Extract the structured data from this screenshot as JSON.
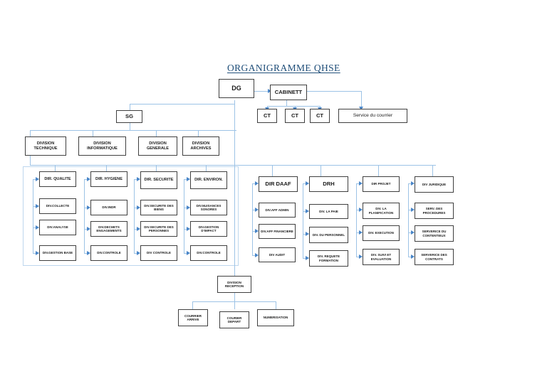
{
  "document": {
    "title": "ORGANIGRAMME QHSE",
    "title_color": "#1f4e79",
    "box_border_color": "#3f3f3f",
    "connector_color": "#9dc3e6",
    "arrow_color": "#4a86c8",
    "background": "#ffffff"
  },
  "chart_data": {
    "type": "org-chart",
    "title": "ORGANIGRAMME QHSE",
    "orientation": "top-down",
    "nodes": [
      {
        "id": "dg",
        "label": "DG",
        "level": 0
      },
      {
        "id": "cab",
        "label": "CABINETT",
        "level": 1,
        "parent": "dg"
      },
      {
        "id": "ct1",
        "label": "CT",
        "level": 2,
        "parent": "cab"
      },
      {
        "id": "ct2",
        "label": "CT",
        "level": 2,
        "parent": "cab"
      },
      {
        "id": "ct3",
        "label": "CT",
        "level": 2,
        "parent": "cab"
      },
      {
        "id": "sdc",
        "label": "Service du courrier",
        "level": 2,
        "parent": "cab"
      },
      {
        "id": "sg",
        "label": "SG",
        "level": 1,
        "parent": "dg"
      },
      {
        "id": "dtec",
        "label": "DIVISION TECHNIQUE",
        "level": 2,
        "parent": "sg"
      },
      {
        "id": "dinf",
        "label": "DIVISION INFORMATIQUE",
        "level": 2,
        "parent": "sg"
      },
      {
        "id": "dgen",
        "label": "DIVISION GENERALE",
        "level": 2,
        "parent": "sg"
      },
      {
        "id": "darc",
        "label": "DIVISION ARCHIVES",
        "level": 2,
        "parent": "sg"
      },
      {
        "id": "drec",
        "label": "DIVISION RECEPTION",
        "level": 2,
        "parent": "dg"
      },
      {
        "id": "carr",
        "label": "COURRIER ARRIVE",
        "level": 3,
        "parent": "drec"
      },
      {
        "id": "cdep",
        "label": "COURIER DEPART",
        "level": 3,
        "parent": "drec"
      },
      {
        "id": "num",
        "label": "NUMERISATION",
        "level": 3,
        "parent": "drec"
      }
    ],
    "directorates": [
      {
        "id": "qualite",
        "head": "DIR. QUALITE",
        "children": [
          "DIV.COLLECTE",
          "DIV.ANALYSE",
          "DIV.GESTION BASE"
        ]
      },
      {
        "id": "hygiene",
        "head": "DIR. HYGIENE",
        "children": [
          "DIV.INDR",
          "DIV.DECHETS ENGAGEMENTS",
          "DIV.CONTROLE"
        ]
      },
      {
        "id": "securite",
        "head": "DIR. SECURITE",
        "children": [
          "DIV.SECURITE DES BIENS",
          "DIV.SECURITE DES PERSONNES",
          "DIV CONTROLE"
        ]
      },
      {
        "id": "environ",
        "head": "DIR. ENVIRON.",
        "children": [
          "DIV.NUISANCES SONORES",
          "DIV.GESTION D'IMPACT",
          "DIV.CONTROLE"
        ]
      },
      {
        "id": "daaf",
        "head": "DIR DAAF",
        "children": [
          "DIV.AFF ADMIN",
          "DIV.AFF FINANCIERE",
          "DIV AUDIT"
        ]
      },
      {
        "id": "drh",
        "head": "DRH",
        "children": [
          "DIV. LA PAIE",
          "DIV. DU PERSONNEL",
          "DIV. REQUETE FORMATION"
        ]
      },
      {
        "id": "projet",
        "head": "DIR PROJET",
        "children": [
          "DIV. LA PLANIFICATION",
          "DIV. EXECUTION",
          "DIV. SUIVI ET EVALUATION"
        ]
      },
      {
        "id": "juridique",
        "head": "DIV JURIDIQUE",
        "children": [
          "SERV. DES PROCEDURES",
          "SERVERICE DU CONTENTIEUX",
          "SERVERICE DES CONTRATS"
        ]
      }
    ]
  }
}
